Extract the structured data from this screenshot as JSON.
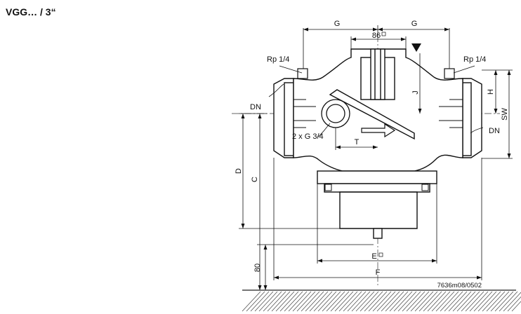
{
  "header": {
    "title": "VGG… / 3“"
  },
  "labels": {
    "g_left": "G",
    "g_right": "G",
    "size_86": "86",
    "j": "J",
    "h": "H",
    "sw": "SW",
    "rp_left": "Rp 1/4",
    "rp_right": "Rp 1/4",
    "dn_left": "DN",
    "dn_right": "DN",
    "g34": "2 x G 3/4",
    "t": "T",
    "d": "D",
    "c": "C",
    "e": "E",
    "f": "F",
    "h80": "80"
  },
  "drawing_code": "7636m08/0502"
}
